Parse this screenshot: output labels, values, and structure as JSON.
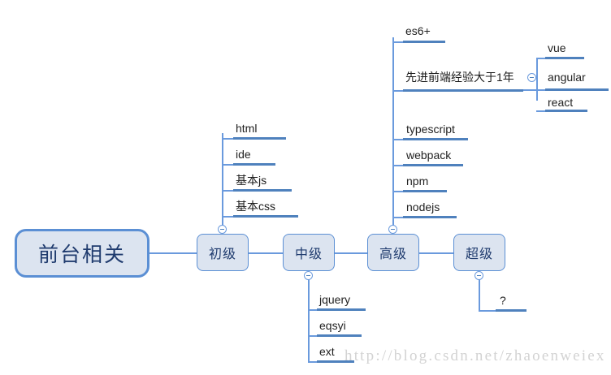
{
  "diagram": {
    "type": "mind-map",
    "title": "前台相关",
    "root": {
      "label": "前台相关"
    },
    "levels": [
      {
        "id": "level-chuji",
        "label": "初级"
      },
      {
        "id": "level-zhongji",
        "label": "中级"
      },
      {
        "id": "level-gaoji",
        "label": "高级"
      },
      {
        "id": "level-chaoji",
        "label": "超级"
      }
    ],
    "branches": {
      "chuji": {
        "parent": "初级",
        "position": "above",
        "items": [
          "html",
          "ide",
          "基本js",
          "基本css"
        ]
      },
      "zhongji": {
        "parent": "中级",
        "position": "below",
        "items": [
          "jquery",
          "eqsyi",
          "ext"
        ]
      },
      "gaoji": {
        "parent": "高级",
        "position": "above",
        "items": [
          "es6+",
          "先进前端经验大于1年",
          "typescript",
          "webpack",
          "npm",
          "nodejs"
        ]
      },
      "experience": {
        "parent": "先进前端经验大于1年",
        "position": "right",
        "items": [
          "vue",
          "angular",
          "react"
        ]
      },
      "chaoji": {
        "parent": "超级",
        "position": "below",
        "items": [
          "?"
        ]
      }
    },
    "toggles": [
      {
        "name": "toggle-chuji",
        "state": "expanded",
        "glyph": "minus-circle-icon"
      },
      {
        "name": "toggle-zhongji",
        "state": "expanded",
        "glyph": "minus-circle-icon"
      },
      {
        "name": "toggle-gaoji",
        "state": "expanded",
        "glyph": "minus-circle-icon"
      },
      {
        "name": "toggle-chaoji",
        "state": "expanded",
        "glyph": "minus-circle-icon"
      },
      {
        "name": "toggle-experience",
        "state": "expanded",
        "glyph": "minus-circle-icon"
      }
    ],
    "colors": {
      "node_fill": "#dce4f0",
      "node_border": "#5b8fd4",
      "node_text": "#1f3b6e",
      "connector": "#6a9add",
      "leaf_underline": "#4f81bd",
      "leaf_text": "#222222",
      "background": "#ffffff",
      "watermark": "#d3d3d3"
    }
  },
  "watermark": {
    "text": "http://blog.csdn.net/zhaoenweiex"
  }
}
